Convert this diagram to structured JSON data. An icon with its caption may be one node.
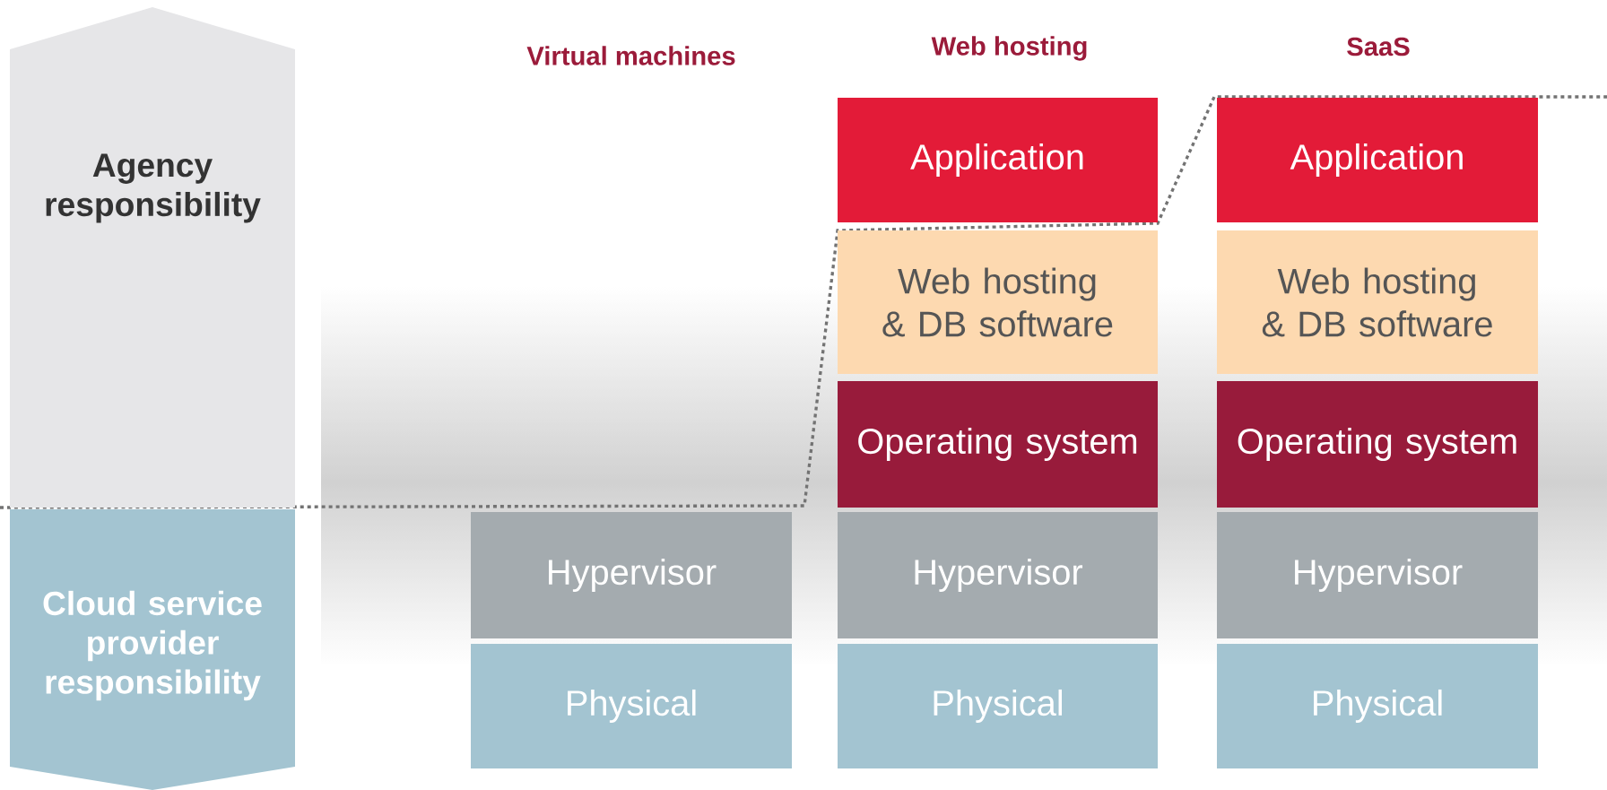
{
  "diagram": {
    "nodes": [
      {
        "text": [
          "Agency responsibility"
        ]
      },
      {
        "text": [
          "Cloud service provider responsibility"
        ]
      },
      {
        "text": [
          "Hypervisor"
        ]
      },
      {
        "text": [
          "Physical"
        ]
      },
      {
        "text": [
          "Application"
        ]
      },
      {
        "text": [
          "Web hosting & DB software"
        ]
      },
      {
        "text": [
          "Operating system"
        ]
      },
      {
        "text": [
          "Hypervisor"
        ]
      },
      {
        "text": [
          "Physical"
        ]
      },
      {
        "text": [
          "Application"
        ]
      },
      {
        "text": [
          "Web hosting & DB software"
        ]
      },
      {
        "text": [
          "Operating system"
        ]
      },
      {
        "text": [
          "Hypervisor"
        ]
      },
      {
        "text": [
          "Physical"
        ]
      }
    ],
    "labels": [
      "Virtual machines",
      "Web hosting",
      "SaaS"
    ]
  }
}
